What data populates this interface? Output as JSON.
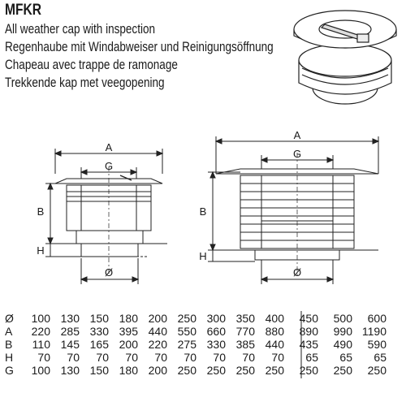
{
  "product": {
    "code": "MFKR",
    "descriptions": [
      "All weather cap with inspection",
      "Regenhaube mit Windabweiser und Reinigungsöffnung",
      "Chapeau avec trappe de ramonage",
      "Trekkende kap met veegopening"
    ]
  },
  "drawing_labels": {
    "a": "A",
    "g": "G",
    "b": "B",
    "h": "H",
    "diameter": "Ø"
  },
  "table": {
    "row_labels": [
      "Ø",
      "A",
      "B",
      "H",
      "G"
    ],
    "columns": [
      [
        "100",
        "220",
        "110",
        "70",
        "100"
      ],
      [
        "130",
        "285",
        "145",
        "70",
        "130"
      ],
      [
        "150",
        "330",
        "165",
        "70",
        "150"
      ],
      [
        "180",
        "395",
        "200",
        "70",
        "180"
      ],
      [
        "200",
        "440",
        "220",
        "70",
        "200"
      ],
      [
        "250",
        "550",
        "275",
        "70",
        "250"
      ],
      [
        "300",
        "660",
        "330",
        "70",
        "250"
      ],
      [
        "350",
        "770",
        "385",
        "70",
        "250"
      ],
      [
        "400",
        "880",
        "440",
        "70",
        "250"
      ],
      [
        "450",
        "890",
        "435",
        "65",
        "250"
      ],
      [
        "500",
        "990",
        "490",
        "65",
        "250"
      ],
      [
        "600",
        "1190",
        "590",
        "65",
        "250"
      ]
    ]
  }
}
